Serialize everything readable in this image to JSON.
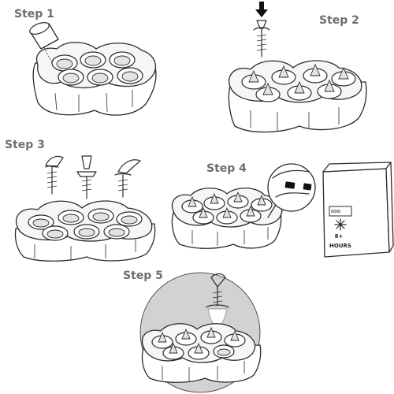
{
  "steps": {
    "step1": "Step 1",
    "step2": "Step 2",
    "step3": "Step 3",
    "step4": "Step 4",
    "step5": "Step 5"
  },
  "freezer": {
    "duration": "8+",
    "duration_unit": "HOURS",
    "display_icon": "snowflake-icon"
  },
  "icons": [
    "pouring-cup-icon",
    "down-arrow-icon",
    "popsicle-stick-icon",
    "freezer-icon",
    "snowflake-icon",
    "zoom-callout-icon"
  ]
}
